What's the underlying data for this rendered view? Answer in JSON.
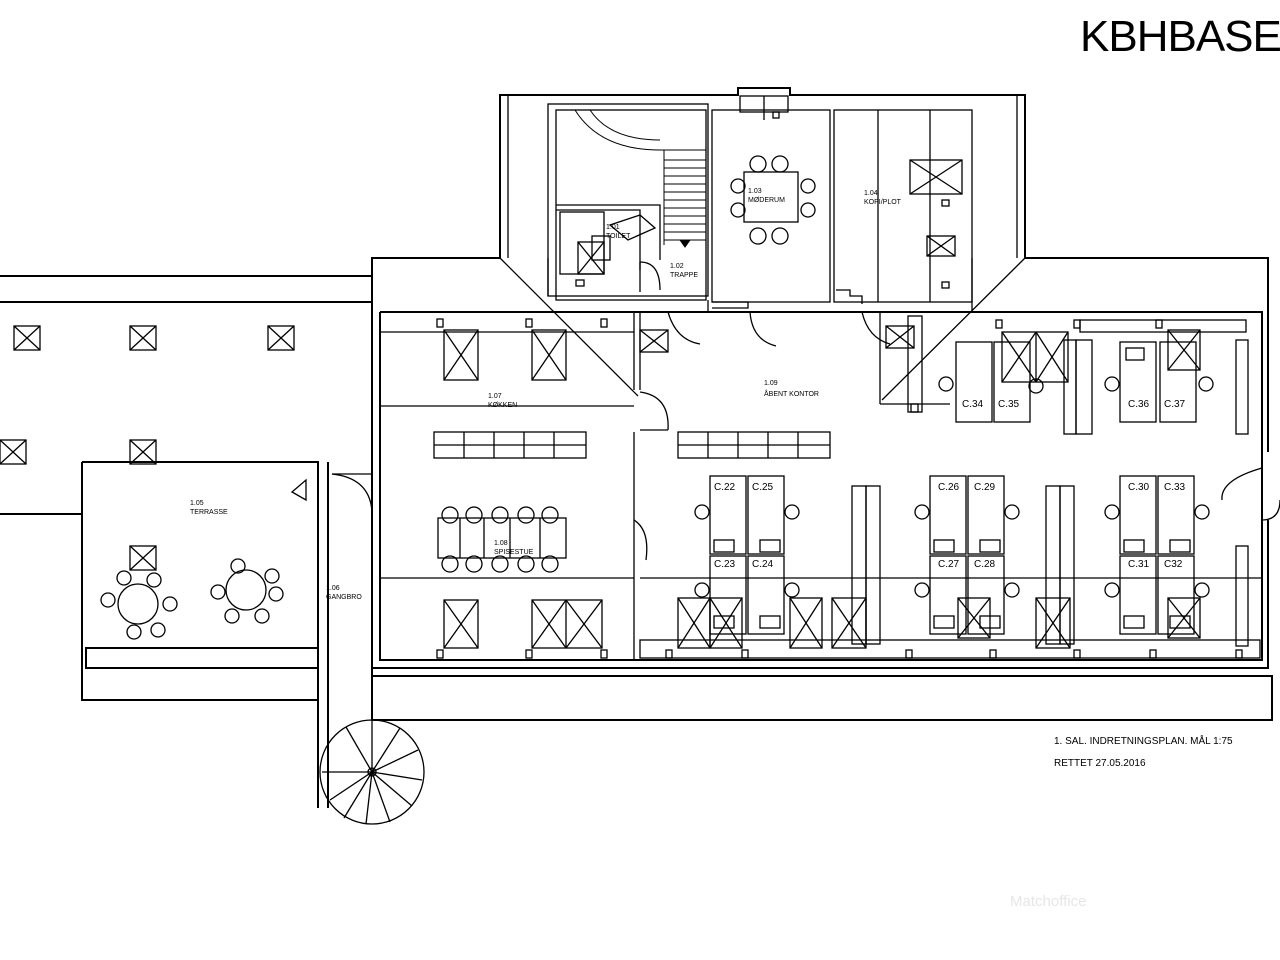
{
  "brand": "KBHBASE",
  "plan_title": "1. SAL. INDRETNINGSPLAN. MÅL 1:75",
  "plan_date": "RETTET 27.05.2016",
  "watermark": "Matchoffice",
  "rooms": [
    {
      "id": "toilet",
      "number": "1.01",
      "name": "TOILET"
    },
    {
      "id": "trappe",
      "number": "1.02",
      "name": "TRAPPE"
    },
    {
      "id": "moederum",
      "number": "1.03",
      "name": "MØDERUM"
    },
    {
      "id": "kopi",
      "number": "1.04",
      "name": "KOPI/PLOT"
    },
    {
      "id": "terrasse",
      "number": "1.05",
      "name": "TERRASSE"
    },
    {
      "id": "gangbro",
      "number": "1.06",
      "name": "GANGBRO"
    },
    {
      "id": "koekken",
      "number": "1.07",
      "name": "KØKKEN"
    },
    {
      "id": "spisestue",
      "number": "1.08",
      "name": "SPISESTUE"
    },
    {
      "id": "aabent",
      "number": "1.09",
      "name": "ÅBENT KONTOR"
    }
  ],
  "desks": [
    "C.22",
    "C.25",
    "C.23",
    "C.24",
    "C.26",
    "C.29",
    "C.27",
    "C.28",
    "C.30",
    "C.33",
    "C.31",
    "C32",
    "C.34",
    "C.35",
    "C.36",
    "C.37"
  ]
}
